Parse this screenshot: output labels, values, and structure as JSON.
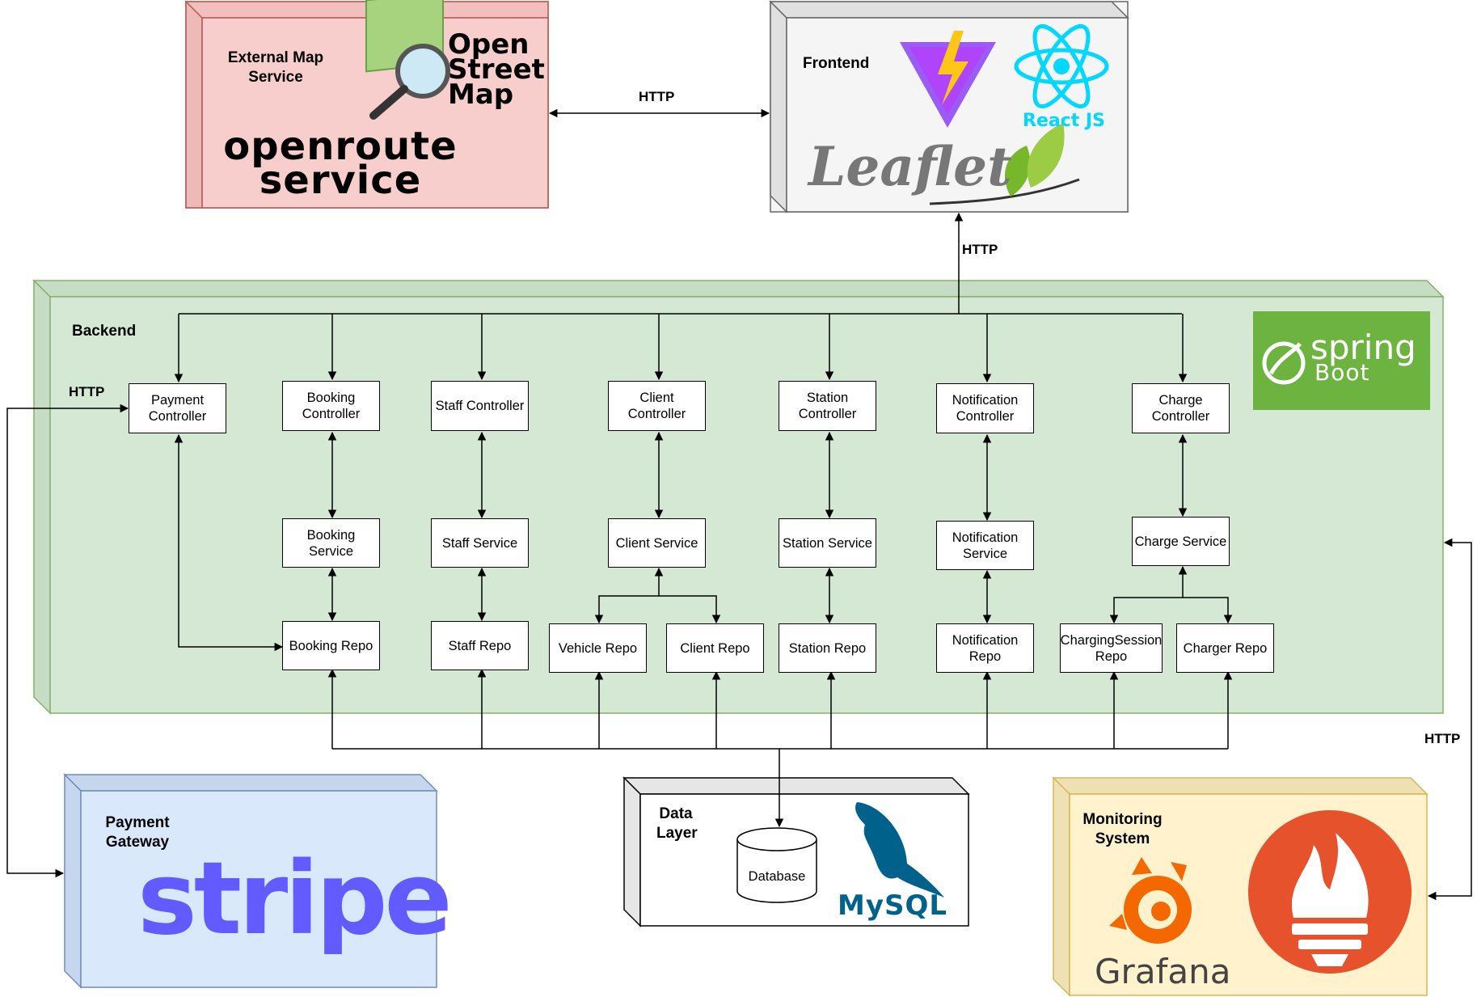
{
  "external_map": {
    "title": "External Map Service",
    "osm_text": "Open Street Map",
    "ors_text": "openroute service"
  },
  "frontend": {
    "title": "Frontend",
    "react_text": "React JS",
    "leaflet_text": "Leaflet"
  },
  "backend": {
    "title": "Backend",
    "spring_text": "spring",
    "boot_text": "Boot"
  },
  "payment_gateway": {
    "title": "Payment Gateway",
    "stripe_text": "stripe"
  },
  "data_layer": {
    "title": "Data Layer",
    "database": "Database",
    "mysql_text": "MySQL"
  },
  "monitoring": {
    "title": "Monitoring System",
    "grafana_text": "Grafana"
  },
  "http_labels": {
    "ext_front": "HTTP",
    "front_back": "HTTP",
    "payment": "HTTP",
    "monitoring": "HTTP"
  },
  "controllers": [
    "Payment Controller",
    "Booking Controller",
    "Staff Controller",
    "Client Controller",
    "Station Controller",
    "Notification Controller",
    "Charge Controller"
  ],
  "services": [
    "Booking Service",
    "Staff Service",
    "Client Service",
    "Station Service",
    "Notification Service",
    "Charge Service"
  ],
  "repos": [
    "Booking Repo",
    "Staff Repo",
    "Vehicle Repo",
    "Client Repo",
    "Station Repo",
    "Notification Repo",
    "ChargingSession Repo",
    "Charger Repo"
  ],
  "colors": {
    "external_fill": "#f8cecc",
    "external_border": "#b85450",
    "frontend_fill": "#f5f5f5",
    "backend_fill": "#d5e8d4",
    "backend_border": "#82b366",
    "payment_fill": "#dae8fc",
    "payment_border": "#6c8ebf",
    "monitor_fill": "#fff2cc",
    "monitor_border": "#d6b656",
    "spring_green": "#6db33f",
    "stripe": "#635bff",
    "react": "#00d8ff",
    "grafana": "#f46800",
    "prometheus": "#e6522c",
    "mysql_blue": "#00618a",
    "mysql_orange": "#e48e00"
  }
}
